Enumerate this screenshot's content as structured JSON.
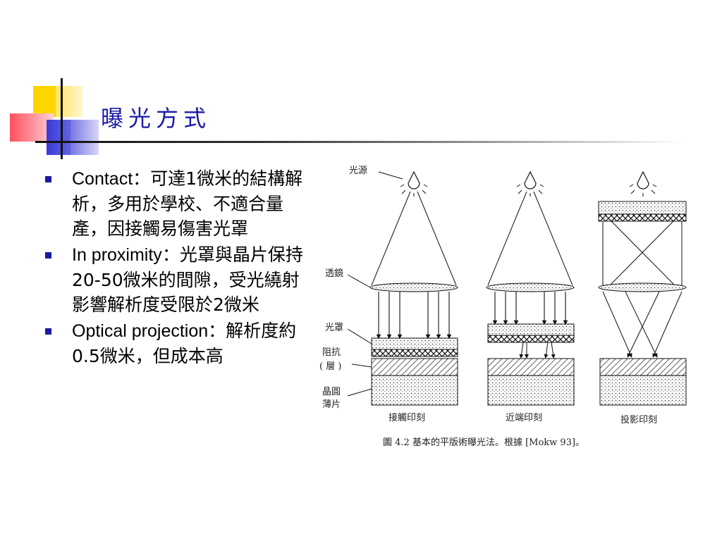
{
  "slide": {
    "title": "曝光方式",
    "bullets": [
      {
        "term": "Contact",
        "desc": "：可達1微米的結構解析，多用於學校、不適合量產，因接觸易傷害光罩"
      },
      {
        "term": "In proximity",
        "desc": "：光罩與晶片保持20-50微米的間隙，受光繞射影響解析度受限於2微米"
      },
      {
        "term": "Optical projection",
        "desc": "：解析度約0.5微米，但成本高"
      }
    ]
  },
  "figure": {
    "labels": {
      "light_source": "光源",
      "lens": "透鏡",
      "mask": "光罩",
      "resist": "阻抗",
      "resist2": "( 層 )",
      "wafer": "晶圓",
      "wafer2": "薄片"
    },
    "panels": [
      "接觸印刻",
      "近端印刻",
      "投影印刻"
    ],
    "caption": "圖 4.2   基本的平版術曝光法。根據 [Mokw 93]。"
  },
  "colors": {
    "title": "#1a1aa6",
    "bullet": "#1a1aa6"
  }
}
